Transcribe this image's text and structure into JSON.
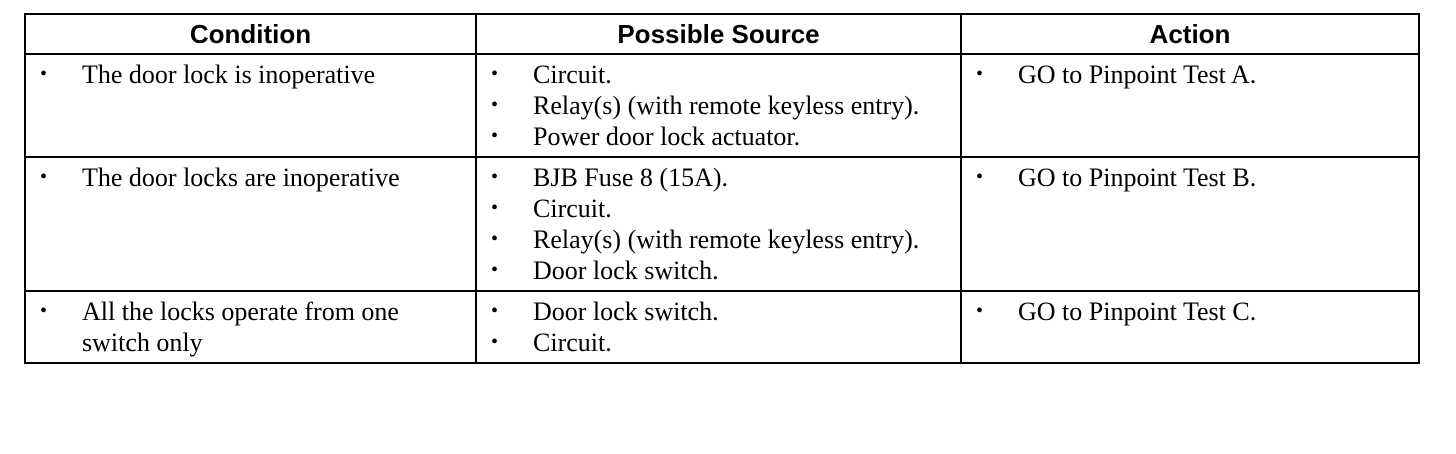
{
  "table": {
    "headers": {
      "condition": "Condition",
      "source": "Possible Source",
      "action": "Action"
    },
    "bullet": "•",
    "rows": [
      {
        "condition": [
          "The door lock is inoperative"
        ],
        "sources": [
          "Circuit.",
          "Relay(s) (with remote keyless entry).",
          "Power door lock actuator."
        ],
        "actions": [
          "GO to Pinpoint Test A."
        ]
      },
      {
        "condition": [
          "The door locks are inoperative"
        ],
        "sources": [
          "BJB Fuse 8 (15A).",
          "Circuit.",
          "Relay(s) (with remote keyless entry).",
          "Door lock switch."
        ],
        "actions": [
          "GO to Pinpoint Test B."
        ]
      },
      {
        "condition": [
          "All the locks operate from one switch only"
        ],
        "sources": [
          "Door lock switch.",
          "Circuit."
        ],
        "actions": [
          "GO to Pinpoint Test C."
        ]
      }
    ]
  }
}
